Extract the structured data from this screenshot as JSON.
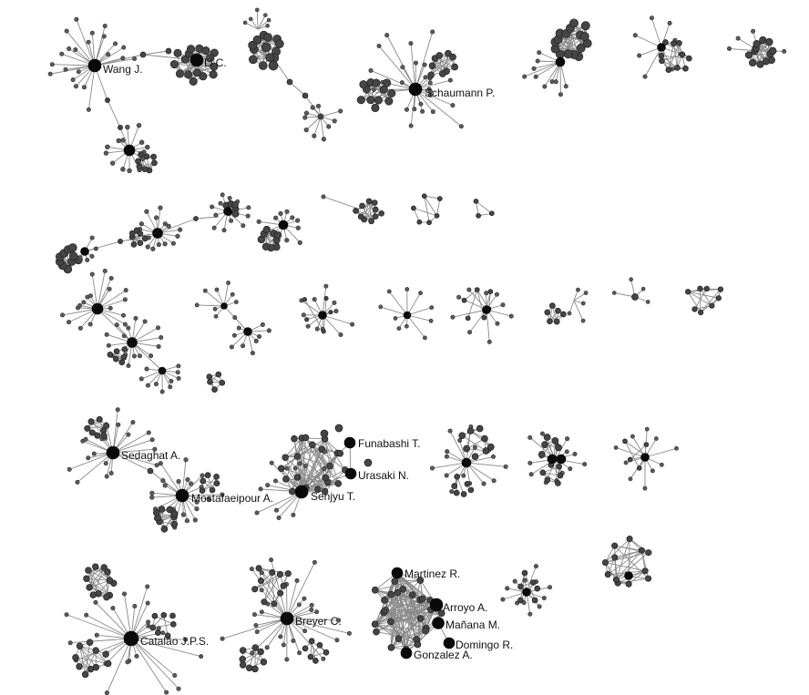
{
  "figure": {
    "authors": [
      {
        "id": "wang",
        "label": "Wang J."
      },
      {
        "id": "li",
        "label": "Li C."
      },
      {
        "id": "schaumann",
        "label": "Schaumann P."
      },
      {
        "id": "sedaghat",
        "label": "Sedaghat A."
      },
      {
        "id": "mostafaeipour",
        "label": "Mostafaeipour A."
      },
      {
        "id": "funabashi",
        "label": "Funabashi T."
      },
      {
        "id": "urasaki",
        "label": "Urasaki N."
      },
      {
        "id": "senjyu",
        "label": "Senjyu T."
      },
      {
        "id": "catalao",
        "label": "Catalão J.P.S."
      },
      {
        "id": "breyer",
        "label": "Breyer C."
      },
      {
        "id": "martinez",
        "label": "Martinez R."
      },
      {
        "id": "arroyo",
        "label": "Arroyo A."
      },
      {
        "id": "manana",
        "label": "Mañana M."
      },
      {
        "id": "domingo",
        "label": "Domingo R."
      },
      {
        "id": "gonzalez",
        "label": "Gonzalez A."
      }
    ]
  }
}
